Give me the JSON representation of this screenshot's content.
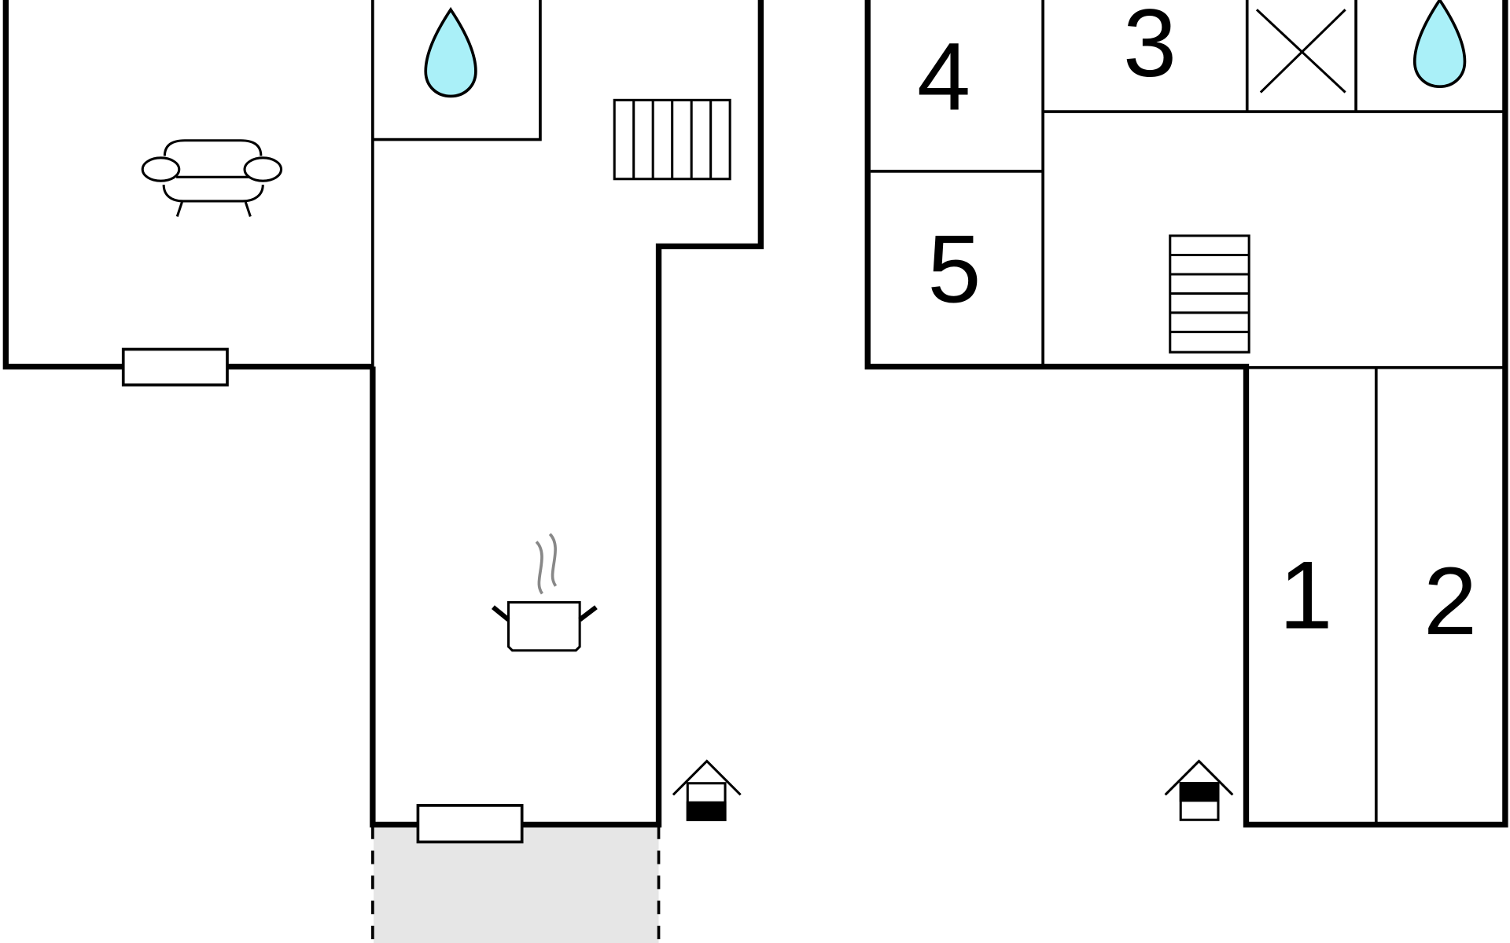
{
  "colors": {
    "wall": "#000000",
    "background": "#ffffff",
    "water": "#aaf0f8",
    "terrace": "#e6e6e6",
    "steam": "#888888"
  },
  "rooms": {
    "room_1": "1",
    "room_2": "2",
    "room_3": "3",
    "room_4": "4",
    "room_5": "5"
  },
  "icons": {
    "sofa": "sofa-icon",
    "water_left": "water-drop-icon",
    "water_right": "water-drop-icon",
    "stairs_left": "stairs-icon",
    "stairs_right": "stairs-icon",
    "cooking_pot": "cooking-pot-icon",
    "toilet": "toilet-icon",
    "entrance_down": "floor-level-down-icon",
    "entrance_up": "floor-level-up-icon"
  }
}
